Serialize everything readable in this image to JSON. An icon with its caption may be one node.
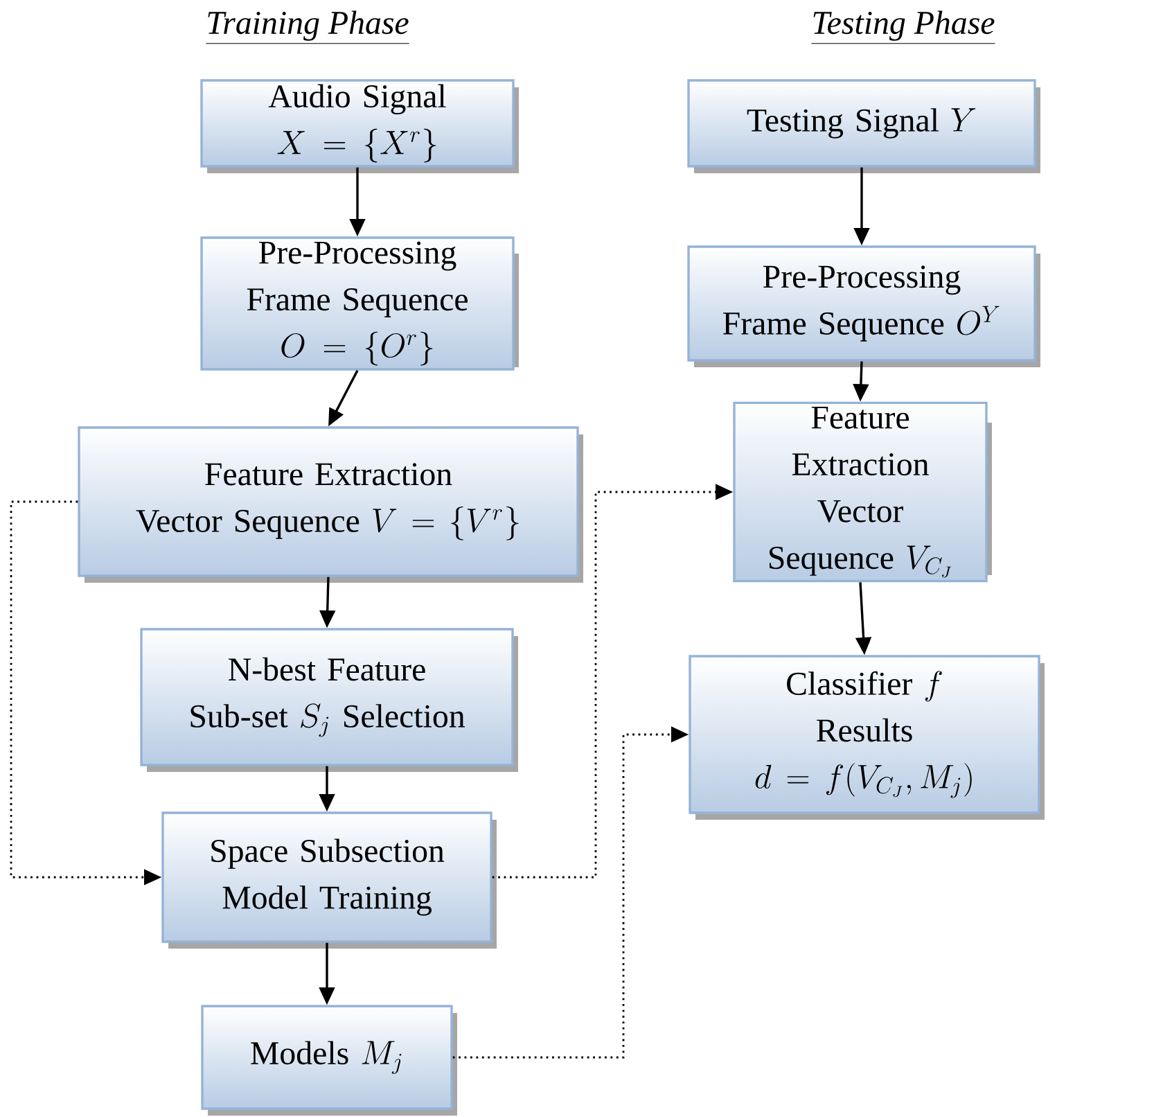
{
  "diagram": {
    "nodes": [
      {
        "text": [
          "Audio Signal",
          "X = \\{X^{r}\\}"
        ]
      },
      {
        "text": [
          "Pre-Processing",
          "Frame Sequence",
          "O = \\{O^{r}\\}"
        ]
      },
      {
        "text": [
          "Feature Extraction",
          "Vector Sequence",
          "V = \\{V^{r}\\}"
        ]
      },
      {
        "text": [
          "N-best Feature Sub-set",
          "S_{j}",
          "Selection"
        ]
      },
      {
        "text": [
          "Space Subsection Model Training"
        ]
      },
      {
        "text": [
          "Models",
          "M_{j}"
        ]
      },
      {
        "text": [
          "Testing Signal",
          "Y"
        ]
      },
      {
        "text": [
          "Pre-Processing",
          "Frame Sequence",
          "O^{Y}"
        ]
      },
      {
        "text": [
          "Feature Extraction",
          "Vector Sequence",
          "V_{C_{J}}"
        ]
      },
      {
        "text": [
          "Classifier",
          "f",
          "Results",
          "d = f(V_{C_{J}}, M_{j})"
        ]
      }
    ],
    "edges": [
      {
        "from": 0,
        "to": 1,
        "arrow": "to"
      },
      {
        "from": 1,
        "to": 2,
        "arrow": "to"
      },
      {
        "from": 2,
        "to": 3,
        "arrow": "to"
      },
      {
        "from": 3,
        "to": 4,
        "arrow": "to"
      },
      {
        "from": 4,
        "to": 5,
        "arrow": "to"
      },
      {
        "from": 6,
        "to": 7,
        "arrow": "to"
      },
      {
        "from": 7,
        "to": 8,
        "arrow": "to"
      },
      {
        "from": 8,
        "to": 9,
        "arrow": "to"
      },
      {
        "from": 2,
        "to": 4,
        "arrow": "to",
        "style": "dashed"
      },
      {
        "from": 4,
        "to": 8,
        "arrow": "to",
        "style": "dashed"
      },
      {
        "from": 5,
        "to": 9,
        "arrow": "to",
        "style": "dashed"
      }
    ],
    "labels": [
      "Training Phase",
      "Testing Phase"
    ]
  }
}
